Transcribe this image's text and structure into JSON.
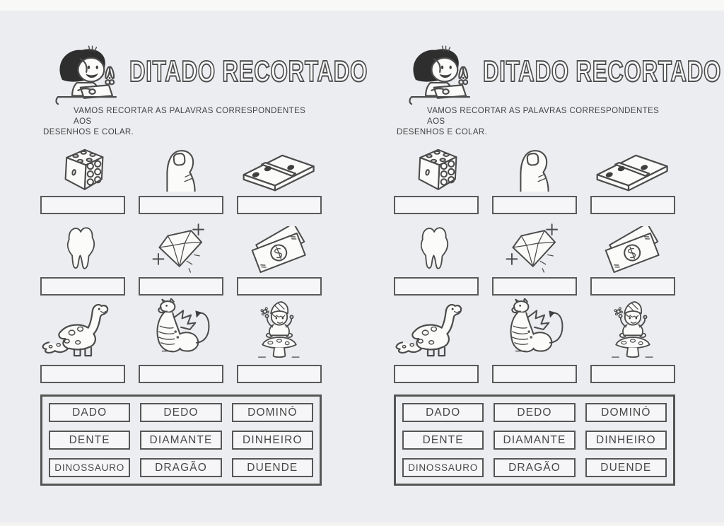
{
  "layout": {
    "pages_visible": 2
  },
  "colors": {
    "paper": "#ecedf0",
    "ink": "#4a4a4a"
  },
  "sheet": {
    "title": "DITADO RECORTADO",
    "character": "monica-cutting-paper",
    "instructions": {
      "line1": "VAMOS RECORTAR AS PALAVRAS CORRESPONDENTES AOS",
      "line2": "DESENHOS E COLAR."
    },
    "pictures": [
      {
        "icon": "dice-icon",
        "answer": ""
      },
      {
        "icon": "finger-icon",
        "answer": ""
      },
      {
        "icon": "domino-icon",
        "answer": ""
      },
      {
        "icon": "tooth-icon",
        "answer": ""
      },
      {
        "icon": "diamond-icon",
        "answer": ""
      },
      {
        "icon": "money-icon",
        "answer": ""
      },
      {
        "icon": "dinosaur-icon",
        "answer": ""
      },
      {
        "icon": "dragon-icon",
        "answer": ""
      },
      {
        "icon": "elf-icon",
        "answer": ""
      }
    ],
    "word_bank": {
      "words": [
        "DADO",
        "DEDO",
        "DOMINÓ",
        "DENTE",
        "DIAMANTE",
        "DINHEIRO",
        "DINOSSAURO",
        "DRAGÃO",
        "DUENDE"
      ]
    }
  }
}
